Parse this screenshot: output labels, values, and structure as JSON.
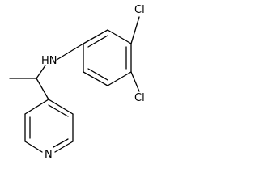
{
  "molecule": {
    "atoms": {
      "cl_top": "Cl",
      "cl_bottom": "Cl",
      "nh": "HN",
      "pyridine_n": "N"
    }
  },
  "colors": {
    "bond": "#000000",
    "label": "#000000",
    "background": "#ffffff"
  }
}
